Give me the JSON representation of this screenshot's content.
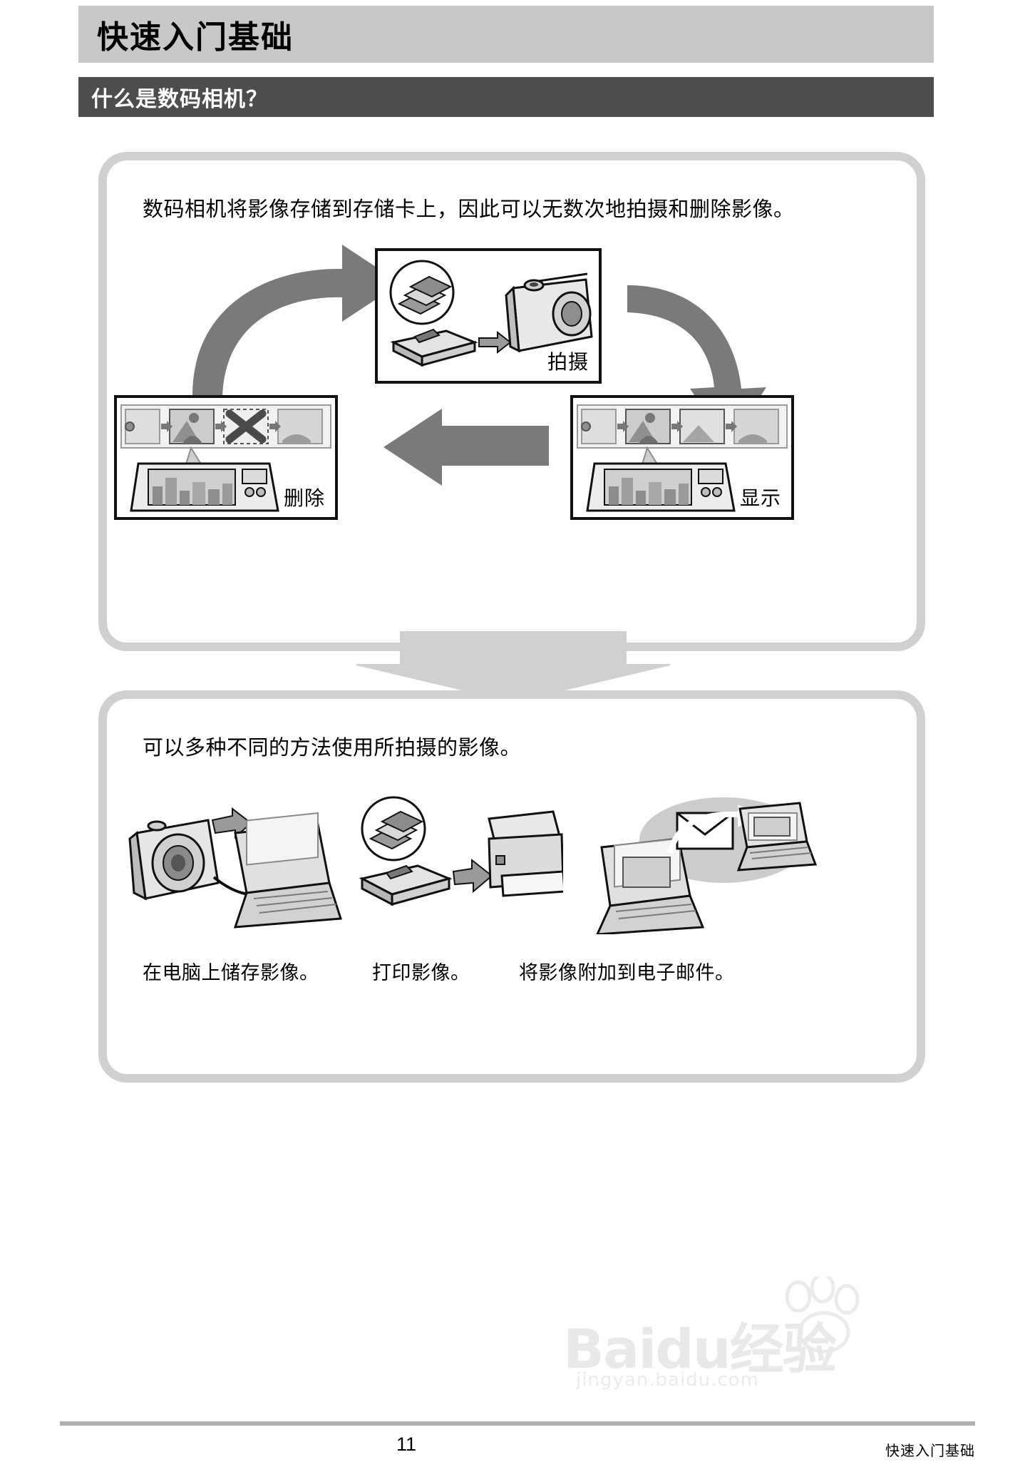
{
  "header": {
    "title": "快速入门基础",
    "section_title": "什么是数码相机？"
  },
  "panel_top": {
    "intro": "数码相机将影像存储到存储卡上，因此可以无数次地拍摄和删除影像。",
    "steps": [
      {
        "id": "shoot",
        "label": "拍摄"
      },
      {
        "id": "display",
        "label": "显示"
      },
      {
        "id": "delete",
        "label": "删除"
      }
    ]
  },
  "panel_bottom": {
    "intro": "可以多种不同的方法使用所拍摄的影像。",
    "uses": [
      {
        "id": "save-to-pc",
        "caption": "在电脑上储存影像。"
      },
      {
        "id": "print",
        "caption": "打印影像。"
      },
      {
        "id": "email",
        "caption": "将影像附加到电子邮件。"
      }
    ]
  },
  "footer": {
    "page_number": "11",
    "chapter": "快速入门基础"
  },
  "watermark": {
    "brand": "Baidu经验",
    "url": "jingyan.baidu.com"
  },
  "colors": {
    "header_bg": "#c8c8c8",
    "section_bg": "#4d4d4d",
    "panel_border": "#d0d0d0",
    "arrow_fill": "#7a7a7a",
    "rule": "#b0b0b0"
  }
}
